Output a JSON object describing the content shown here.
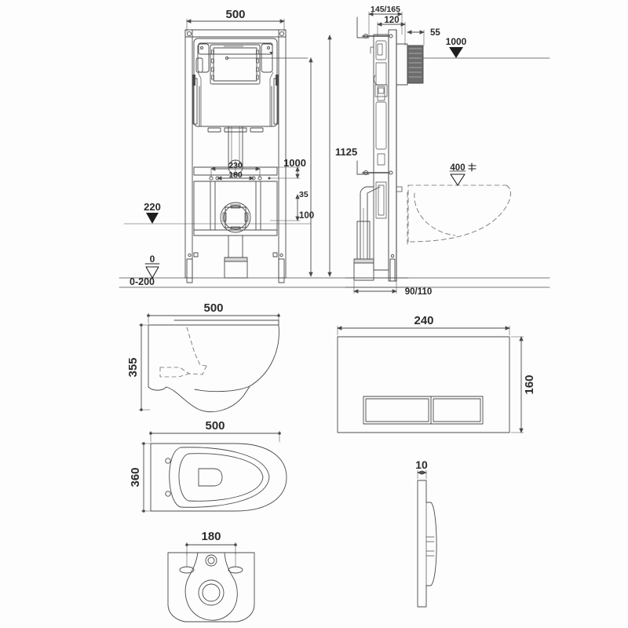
{
  "drawing": {
    "title": "Wall-hung WC installation frame technical drawing",
    "background_color": "#fdfdfd",
    "line_color": "#4a4a4a",
    "dim_color": "#2b2b2b",
    "hidden_line_color": "#6e6e6e"
  },
  "views": {
    "frame_front": {
      "name": "Installation frame front elevation",
      "dimensions": {
        "width": "500",
        "total_height": "1125",
        "mount_height": "1000",
        "outlet_spacing": "230",
        "bolt_spacing": "180",
        "offset_small": "35",
        "offset_large": "100",
        "level_220": "220",
        "level_0": "0",
        "floor_range": "0-200"
      }
    },
    "frame_side": {
      "name": "Installation frame side elevation",
      "dimensions": {
        "depth_range": "145/165",
        "depth_120": "120",
        "depth_55": "55",
        "elevation_1000": "1000",
        "elevation_400": "400",
        "drain_size": "90/110"
      }
    },
    "bowl_side": {
      "name": "WC bowl side elevation",
      "dimensions": {
        "projection": "500",
        "height": "355"
      }
    },
    "bowl_plan": {
      "name": "WC bowl plan view",
      "dimensions": {
        "projection": "500",
        "width": "360"
      }
    },
    "bowl_bottom": {
      "name": "WC bowl bottom view",
      "dimensions": {
        "bolt_spacing": "180"
      }
    },
    "flush_plate_front": {
      "name": "Flush plate front view",
      "dimensions": {
        "width": "240",
        "height": "160"
      }
    },
    "flush_plate_side": {
      "name": "Flush plate side profile",
      "dimensions": {
        "thickness": "10"
      }
    }
  }
}
